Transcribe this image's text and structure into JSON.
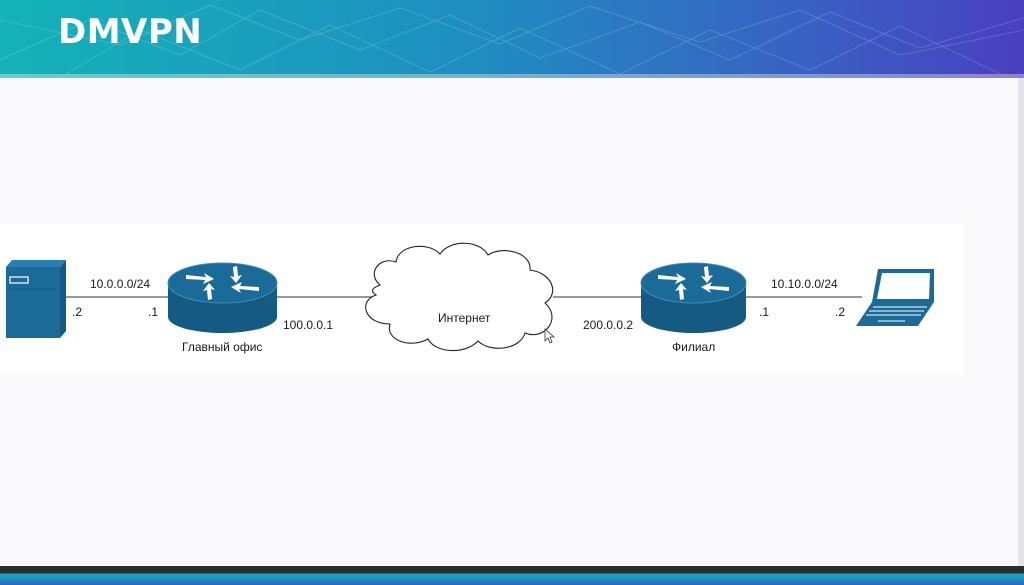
{
  "header": {
    "title": "DMVPN"
  },
  "diagram": {
    "server_net": "10.0.0.0/24",
    "server_host": ".2",
    "hq_lan_iface": ".1",
    "hq_label": "Главный офис",
    "hq_wan_ip": "100.0.0.1",
    "cloud_label": "Интернет",
    "branch_wan_ip": "200.0.0.2",
    "branch_label": "Филиал",
    "branch_lan_iface": ".1",
    "laptop_net": "10.10.0.0/24",
    "laptop_host": ".2"
  },
  "colors": {
    "device": "#1b6b98",
    "device_dark": "#145a82",
    "header_start": "#13b3b8",
    "header_end": "#4a3fc0"
  }
}
